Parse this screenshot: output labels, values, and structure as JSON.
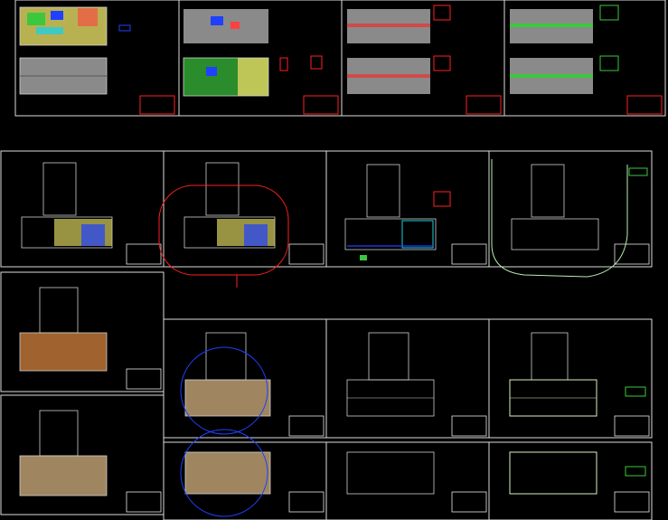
{
  "drawing": {
    "background": "#000000",
    "colors": {
      "sheet_border": "#dcdcdc",
      "title_block_red": "#ff2020",
      "yellow_hatch": "#d8d060",
      "green_fill": "#3cc83c",
      "blue_mark": "#2040ff",
      "cyan_mark": "#20d0e0",
      "orange_hatch": "#c87a3a",
      "tan_fill": "#c8a878",
      "light_green": "#b8f0b0",
      "gray_plan": "#8a8a8a"
    },
    "top_sheet_count": 4,
    "middle_sheet_count": 4,
    "lower_sheet_count": 8
  }
}
